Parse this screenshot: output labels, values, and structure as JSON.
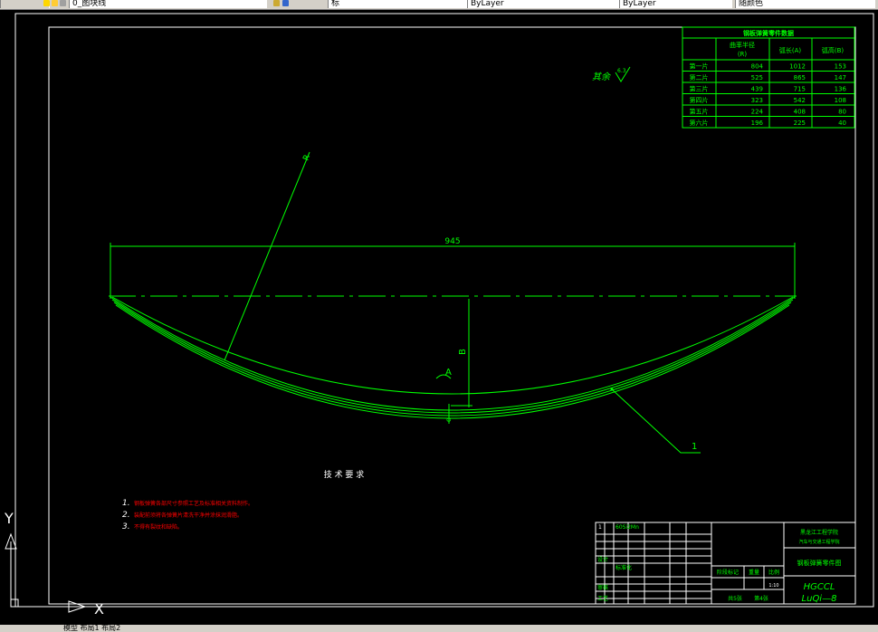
{
  "toolbar": {
    "layer_name": "0_图块线",
    "layer_value": "标",
    "linetype": "ByLayer",
    "lineweight": "ByLayer",
    "plotstyle": "随颜色"
  },
  "drawing": {
    "dimension_width": "945",
    "label_R": "R",
    "label_A": "A",
    "label_B": "B",
    "label_d": "d",
    "part_callout": "1",
    "roughness_prefix": "其余",
    "roughness_value": "6.3"
  },
  "spec_table": {
    "title": "钢板弹簧零件数据",
    "headers": [
      "",
      "曲率半径\n(R)",
      "弧长(A)",
      "弧高(B)"
    ],
    "rows": [
      [
        "第一片",
        "804",
        "1012",
        "153"
      ],
      [
        "第二片",
        "525",
        "865",
        "147"
      ],
      [
        "第三片",
        "439",
        "715",
        "136"
      ],
      [
        "第四片",
        "323",
        "542",
        "108"
      ],
      [
        "第五片",
        "224",
        "408",
        "80"
      ],
      [
        "第六片",
        "196",
        "225",
        "40"
      ]
    ]
  },
  "notes": {
    "title": "技 术 要 求",
    "items": [
      {
        "num": "1.",
        "text": "钢板弹簧各部尺寸参照工艺及标准相关资料制作。",
        "color": "#ff0000"
      },
      {
        "num": "2.",
        "text": "装配前须将各弹簧片清洗干净并涂抹润滑脂。",
        "color": "#ff0000"
      },
      {
        "num": "3.",
        "text": "不得有裂纹和缺陷。",
        "color": "#ff0000"
      }
    ]
  },
  "title_block": {
    "part_no": "1",
    "material": "60Si2Mn",
    "school": "黑龙江工程学院",
    "dept": "汽车与交通工程学院",
    "drawing_name": "钢板弹簧零件图",
    "designer_label": "设计",
    "checker_label": "审核",
    "process_label": "工艺",
    "std_label": "标准化",
    "scale_label": "比例",
    "weight_label": "重量",
    "stage_label": "阶段标记",
    "scale_value": "1:10",
    "sheets": "共5张",
    "sheet_no": "第4张",
    "code_line1": "HGCCL",
    "code_line2": "LuQi—8"
  },
  "ucs": {
    "x_label": "X",
    "y_label": "Y"
  },
  "status": {
    "text": "模型 布局1 布局2"
  },
  "colors": {
    "drawing_line": "#00ff00",
    "notes_text": "#ff0000",
    "border": "#ffffff",
    "background": "#000000"
  }
}
